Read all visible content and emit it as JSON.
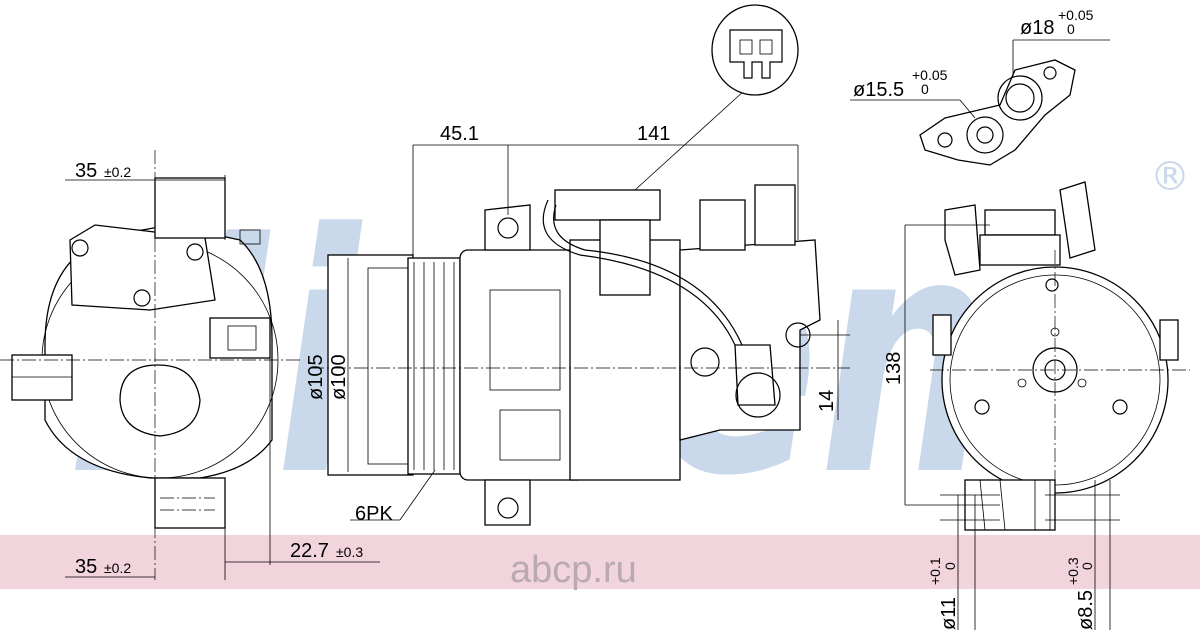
{
  "watermark": {
    "brand": "Nissens",
    "registered_mark": "®",
    "band_color": "#f2d4dc",
    "text_color": "#c9d8ea",
    "stamp_text": "abcp.ru"
  },
  "dimensions": {
    "left_view": {
      "top_width": "35",
      "top_tol": "±0.2",
      "bottom_width": "35",
      "bottom_tol": "±0.2",
      "offset": "22.7",
      "offset_tol": "±0.3"
    },
    "side_view": {
      "length_a": "45.1",
      "length_b": "141",
      "dia_outer": "ø105",
      "dia_inner": "ø100",
      "height_small": "14",
      "belt": "6PK"
    },
    "right_view": {
      "height": "138",
      "port_small_dia": "ø11",
      "port_small_tol_up": "+0.1",
      "port_small_tol_low": "0",
      "port_large_dia": "ø8.5",
      "port_large_tol_up": "+0.3",
      "port_large_tol_low": "0"
    },
    "fitting": {
      "dia_a": "ø18",
      "dia_a_tol_up": "+0.05",
      "dia_a_tol_low": "0",
      "dia_b": "ø15.5",
      "dia_b_tol_up": "+0.05",
      "dia_b_tol_low": "0"
    }
  }
}
